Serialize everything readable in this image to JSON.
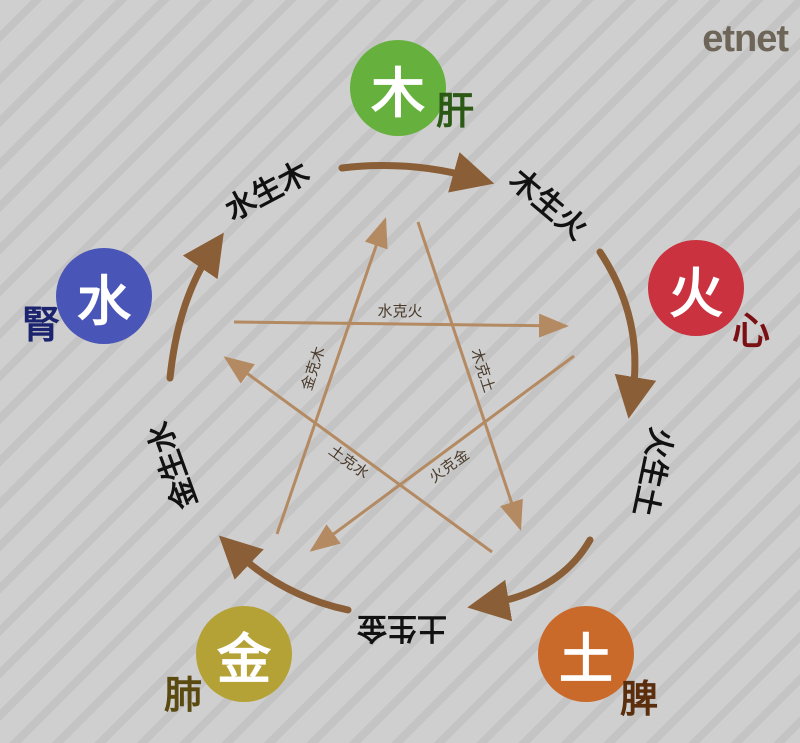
{
  "brand": "etnet",
  "colors": {
    "wood": "#66b03e",
    "fire": "#c9323e",
    "earth": "#c96a2b",
    "metal": "#b5a237",
    "water": "#4a55b8",
    "generate_arrow": "#8a5e36",
    "control_line": "#b48a62"
  },
  "elements": {
    "wood": {
      "label": "木",
      "organ": "肝",
      "organ_color": "#2c5a16"
    },
    "fire": {
      "label": "火",
      "organ": "心",
      "organ_color": "#7a0f14"
    },
    "earth": {
      "label": "土",
      "organ": "脾",
      "organ_color": "#5b2e0e"
    },
    "metal": {
      "label": "金",
      "organ": "肺",
      "organ_color": "#5a4a10"
    },
    "water": {
      "label": "水",
      "organ": "腎",
      "organ_color": "#1c2470"
    }
  },
  "generating": {
    "water_wood": "水生木",
    "wood_fire": "木生火",
    "fire_earth": "火生土",
    "earth_metal": "土生金",
    "metal_water": "金生水"
  },
  "controlling": {
    "water_fire": "水克火",
    "wood_earth": "木克土",
    "metal_wood": "金克木",
    "earth_water": "土克水",
    "fire_metal": "火克金"
  }
}
